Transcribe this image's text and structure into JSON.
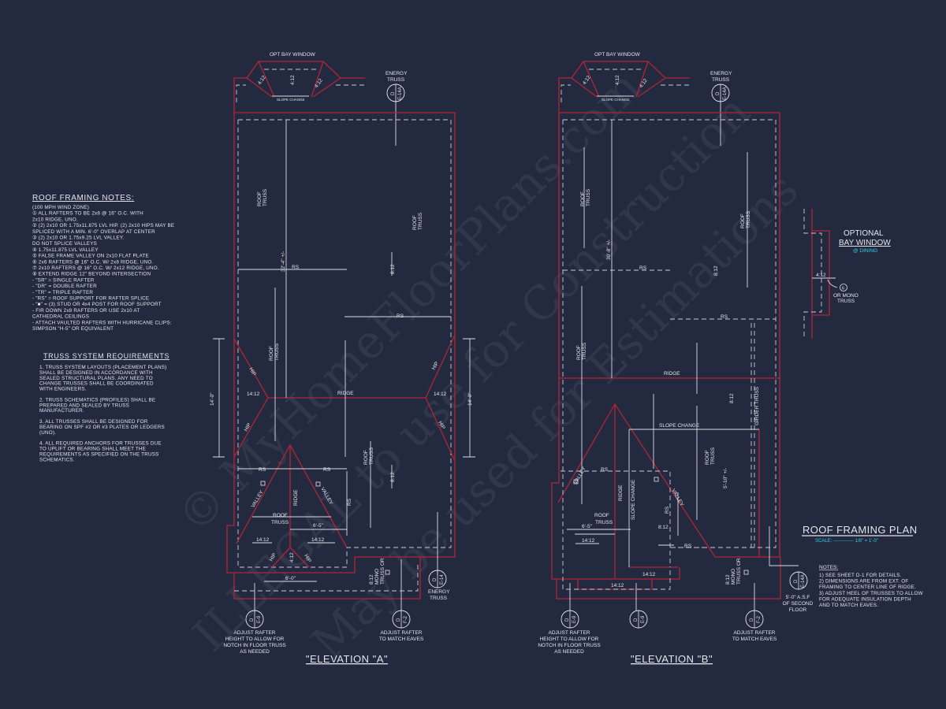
{
  "colors": {
    "background": "#232a3f",
    "framing": "#b02438",
    "lines": "#d9d9e3",
    "accent": "#33d0e0"
  },
  "watermark": {
    "line1": "© MyHomeFloorPlans.com",
    "line2": "ILLEGAL to use for Construction",
    "line3": "May be used for Estimations"
  },
  "roof_notes": {
    "title": "ROOF FRAMING NOTES:",
    "lines": [
      "(100 MPH WIND ZONE)",
      "① ALL RAFTERS TO BE 2x8 @ 16\" O.C. WITH",
      "    2x10 RIDGE, UNO.",
      "② (2) 2x10 OR 1.75x11.875 LVL HIP. (2) 2x10 HIPS MAY BE",
      "    SPLICED WITH A MIN. 6'-0\" OVERLAP AT CENTER",
      "③ (2) 2x10 OR 1.75x9.25 LVL VALLEY.",
      "    DO NOT SPLICE VALLEYS",
      "④ 1.75x11.875 LVL VALLEY",
      "⑤ FALSE FRAME VALLEY ON 2x10 FLAT PLATE",
      "⑥ 2x6 RAFTERS @ 16\" O.C. W/ 2x8 RIDGE, UNO.",
      "⑦ 2x10 RAFTERS @ 16\" O.C. W/ 2x12 RIDGE, UNO.",
      "⑧ EXTEND RIDGE 12\" BEYOND INTERSECTION",
      " -  \"SR\" = SINGLE RAFTER",
      " -  \"DR\" = DOUBLE RAFTER",
      " -  \"TR\" = TRIPLE RAFTER",
      " -  \"RS\" = ROOF SUPPORT FOR RAFTER SPLICE",
      " -  \"■\" = (3) STUD OR 4x4 POST FOR ROOF SUPPORT",
      " -  FIR DOWN 2x8 RAFTERS OR USE 2x10 AT",
      "    CATHEDRAL CEILINGS",
      " -  ATTACH VAULTED RAFTERS WITH HURRICANE CLIPS:",
      "    SIMPSON \"H-5\" OR EQUIVALENT"
    ]
  },
  "truss_reqs": {
    "title": "TRUSS SYSTEM REQUIREMENTS",
    "lines": [
      "1. TRUSS SYSTEM LAYOUTS (PLACEMENT PLANS)",
      "SHALL BE DESIGNED IN ACCORDANCE WITH",
      "SEALED STRUCTURAL PLANS. ANY NEED TO",
      "CHANGE TRUSSES SHALL BE COORDINATED",
      "WITH  ENGINEERS.",
      "",
      "2. TRUSS SCHEMATICS (PROFILES) SHALL BE",
      "PREPARED AND SEALED BY TRUSS",
      "MANUFACTURER.",
      "",
      "3. ALL TRUSSES SHALL BE DESIGNED FOR",
      "BEARING ON SPF #2 OR #3 PLATES OR LEDGERS",
      "(UNO).",
      "",
      "4. ALL REQUIRED ANCHORS FOR TRUSSES DUE",
      "TO UPLIFT OR BEARING SHALL MEET THE",
      "REQUIREMENTS AS SPECIFIED ON THE TRUSS",
      "SCHEMATICS."
    ]
  },
  "labels": {
    "opt_bay_window": "OPT BAY WINDOW",
    "pitch_4_12": "4:12",
    "slope_change": "SLOPE CHANGE",
    "energy": "ENERGY",
    "truss": "TRUSS",
    "roof": "ROOF",
    "rs": "RS",
    "pitch_8_12": "8:12",
    "hip": "HIP",
    "pitch_14_12": "14:12",
    "ridge": "RIDGE",
    "valley": "VALLEY",
    "mono_truss": "MONO",
    "truss_or": "TRUSS OR",
    "girder_truss": "GIRDER TRUSS",
    "dim_14_0": "14'-0\"",
    "dim_6_5": "6'-5\"",
    "dim_6_0": "6'-0\"",
    "dim_32_4": "32'-4\" +/-",
    "dim_30_8": "30'-8\" +/-",
    "dim_5_10": "5'-10\" +/-",
    "adjust_1": "ADJUST RAFTER",
    "adjust_2": "HEIGHT TO ALLOW FOR",
    "adjust_3": "NOTCH IN FLOOR TRUSS",
    "adjust_4": "AS NEEDED",
    "eaves_1": "ADJUST RAFTER",
    "eaves_2": "TO MATCH EAVES",
    "asf_1": "5'-0\" A.S.F",
    "asf_2": "OF SECOND",
    "asf_3": "FLOOR",
    "elevation_a": "\"ELEVATION \"A\"",
    "elevation_b": "\"ELEVATION \"B\""
  },
  "markers": {
    "d": "D",
    "e14a": "E-14A",
    "e14": "E-14",
    "e9": "E-9",
    "f2": "F-2",
    "six": "6"
  },
  "optional_bay": {
    "title1": "OPTIONAL",
    "title2": "BAY WINDOW",
    "subtitle": "@ DINING",
    "pitch": "4:12",
    "or_mono": "OR MONO",
    "truss": "TRUSS"
  },
  "title_block": {
    "title": "ROOF FRAMING PLAN",
    "scale": "SCALE: ------------- 1/8\" = 1'-0\""
  },
  "notes": {
    "title": "NOTES:",
    "lines": [
      "1) SEE SHEET D-1 FOR DETAILS.",
      "2) DIMENSIONS ARE FROM EXT. OF",
      "    FRAMING TO CENTER LINE OF RIDGE.",
      "3) ADJUST HEEL OF TRUSSES TO ALLOW",
      "    FOR ADEQUATE INSULATION DEPTH",
      "    AND TO MATCH EAVES."
    ]
  }
}
